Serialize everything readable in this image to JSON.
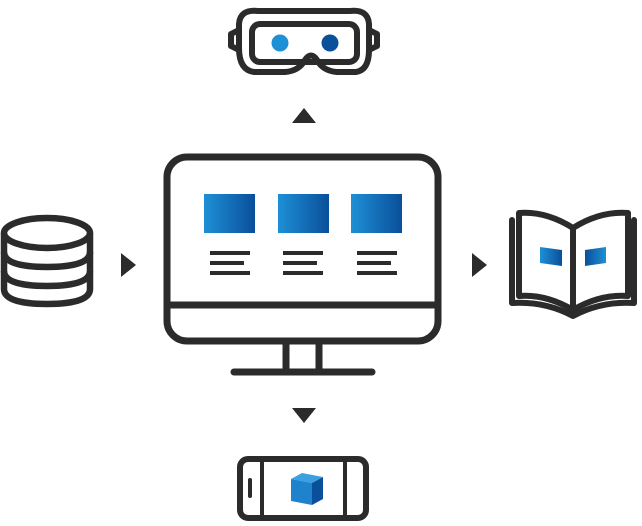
{
  "diagram": {
    "colors": {
      "stroke": "#2b2b2b",
      "accent_light": "#1e90d6",
      "accent_dark": "#0a4f9a",
      "background": "#ffffff"
    },
    "hub": {
      "icon": "desktop-monitor-icon",
      "tiles": 3,
      "text_lines_per_tile": 3
    },
    "nodes": [
      {
        "icon": "vr-headset-icon",
        "direction": "up"
      },
      {
        "icon": "database-icon",
        "direction": "left"
      },
      {
        "icon": "open-book-icon",
        "direction": "right"
      },
      {
        "icon": "smartphone-cube-icon",
        "direction": "down"
      }
    ],
    "arrows": [
      {
        "icon": "arrow-up-icon",
        "direction": "up"
      },
      {
        "icon": "arrow-right-icon",
        "direction": "right",
        "from": "database"
      },
      {
        "icon": "arrow-right-icon",
        "direction": "right",
        "to": "book"
      },
      {
        "icon": "arrow-down-icon",
        "direction": "down"
      }
    ]
  }
}
